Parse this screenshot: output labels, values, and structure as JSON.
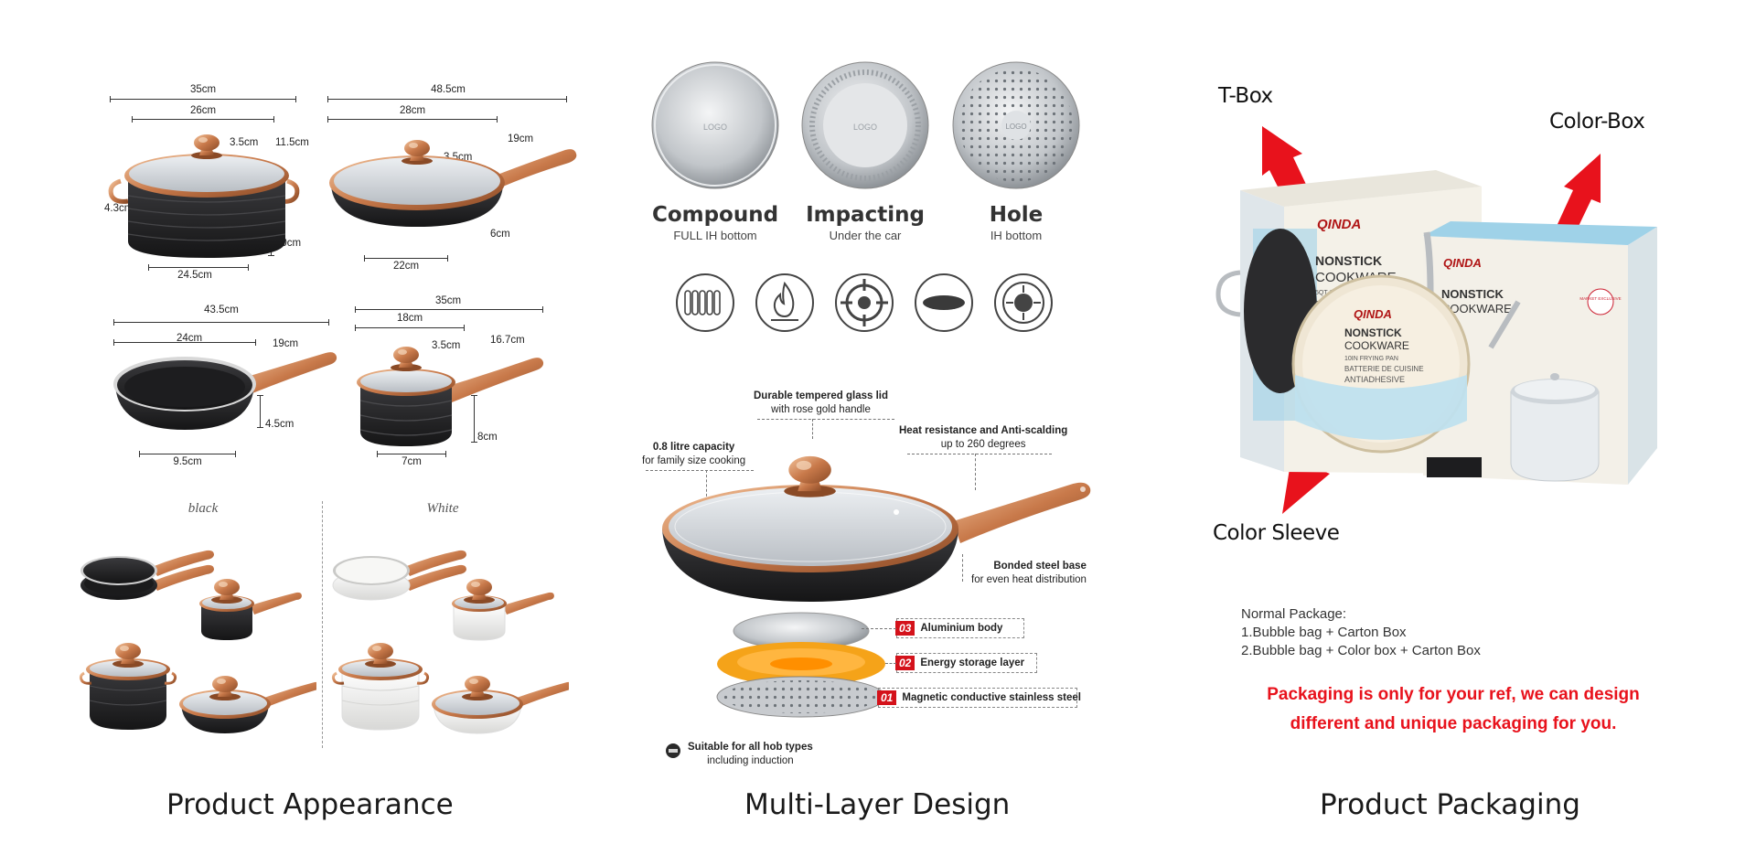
{
  "captions": {
    "appearance": "Product Appearance",
    "multilayer": "Multi-Layer Design",
    "packaging": "Product Packaging"
  },
  "appearance": {
    "casserole": {
      "overall": "35cm",
      "lid": "26cm",
      "knob": "3.5cm",
      "handle_h": "11.5cm",
      "handle_w": "4.3cm",
      "height": "10cm",
      "base": "24.5cm"
    },
    "saute": {
      "overall": "48.5cm",
      "lid": "28cm",
      "knob": "3.5cm",
      "handle": "19cm",
      "height": "6cm",
      "base": "22cm"
    },
    "frypan": {
      "overall": "43.5cm",
      "diameter": "24cm",
      "handle": "19cm",
      "height": "4.5cm",
      "base": "9.5cm"
    },
    "saucepan": {
      "overall": "35cm",
      "diameter": "18cm",
      "knob": "3.5cm",
      "handle": "16.7cm",
      "height": "8cm",
      "base": "7cm"
    },
    "colors": {
      "black": "black",
      "white": "White"
    }
  },
  "multilayer": {
    "bases": [
      {
        "title": "Compound",
        "sub": "FULL IH bottom",
        "logo": "LOGO"
      },
      {
        "title": "Impacting",
        "sub": "Under the car",
        "logo": "LOGO"
      },
      {
        "title": "Hole",
        "sub": "IH bottom",
        "logo": "LOGO"
      }
    ],
    "hob_icons": [
      "induction-coil-icon",
      "gas-flame-icon",
      "gas-burner-icon",
      "electric-plate-icon",
      "ceramic-hob-icon"
    ],
    "callouts": {
      "lid_title": "Durable tempered glass lid",
      "lid_sub": "with rose gold handle",
      "capacity_title": "0.8 litre capacity",
      "capacity_sub": "for family size cooking",
      "heat_title": "Heat resistance and Anti-scalding",
      "heat_sub": "up to 260 degrees",
      "steel_title": "Bonded steel base",
      "steel_sub": "for even heat distribution",
      "hob_title": "Suitable for all hob types",
      "hob_sub": "including induction"
    },
    "layers": [
      {
        "num": "03",
        "label": "Aluminium body"
      },
      {
        "num": "02",
        "label": "Energy storage layer"
      },
      {
        "num": "01",
        "label": "Magnetic conductive stainless steel"
      }
    ]
  },
  "packaging": {
    "tbox": "T-Box",
    "colorbox": "Color-Box",
    "sleeve": "Color Sleeve",
    "brand": "QINDA",
    "box_text": {
      "nonstick": "NONSTICK",
      "cookware": "COOKWARE",
      "line1": "5QT COVERED DUTCH OVEN",
      "line2": "BATTERIE DE CUISINE",
      "line3": "ANTIADHESIVE",
      "frying": "10IN FRYING PAN",
      "badge": "MARKET EXCLUSIVE"
    },
    "normal_title": "Normal Package:",
    "normal_1": "1.Bubble bag + Carton Box",
    "normal_2": "2.Bubble bag + Color box + Carton Box",
    "note_1": "Packaging is only for your ref, we can design",
    "note_2": "different and unique packaging for you."
  },
  "colors": {
    "rose_gold": "#c8794a",
    "pan_black": "#2a2a2c",
    "red": "#e8121c",
    "steel": "#c9ccd0"
  }
}
